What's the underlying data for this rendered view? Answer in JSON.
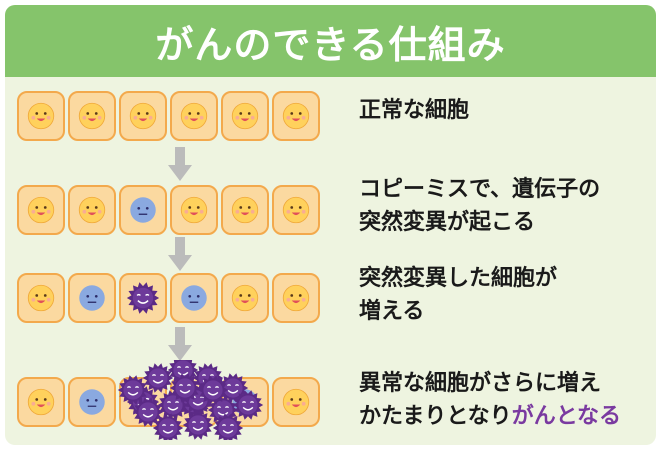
{
  "title": "がんのできる仕組み",
  "stages": [
    {
      "cells": [
        "normal",
        "normal",
        "normal",
        "normal",
        "normal",
        "normal"
      ],
      "caption_lines": [
        "正常な細胞"
      ]
    },
    {
      "cells": [
        "normal",
        "normal",
        "mutated",
        "normal",
        "normal",
        "normal"
      ],
      "caption_lines": [
        "コピーミスで、遺伝子の",
        "突然変異が起こる"
      ]
    },
    {
      "cells": [
        "normal",
        "mutated",
        "cancer",
        "mutated",
        "normal",
        "normal"
      ],
      "caption_lines": [
        "突然変異した細胞が",
        "増える"
      ]
    },
    {
      "cells": [
        "normal",
        "mutated",
        "cancer",
        "cancer",
        "mutated",
        "normal"
      ],
      "caption_lines": [
        "異常な細胞がさらに増え",
        "かたまりとなり"
      ],
      "caption_highlight": "がんとなる"
    }
  ],
  "colors": {
    "title_bg": "#85c46b",
    "panel_bg": "#eef4e0",
    "cell_fill": "#fbd9a0",
    "cell_border": "#f3a94c",
    "normal_face": "#ffd15c",
    "mutated_face": "#8aa9e0",
    "cancer_face": "#5b2a86",
    "arrow": "#bbbbbb",
    "highlight": "#7a3aa0"
  },
  "icons": {
    "normal": "smiling-face-icon",
    "mutated": "neutral-face-icon",
    "cancer": "spiky-cancer-cell-icon",
    "arrow": "down-arrow-icon"
  }
}
